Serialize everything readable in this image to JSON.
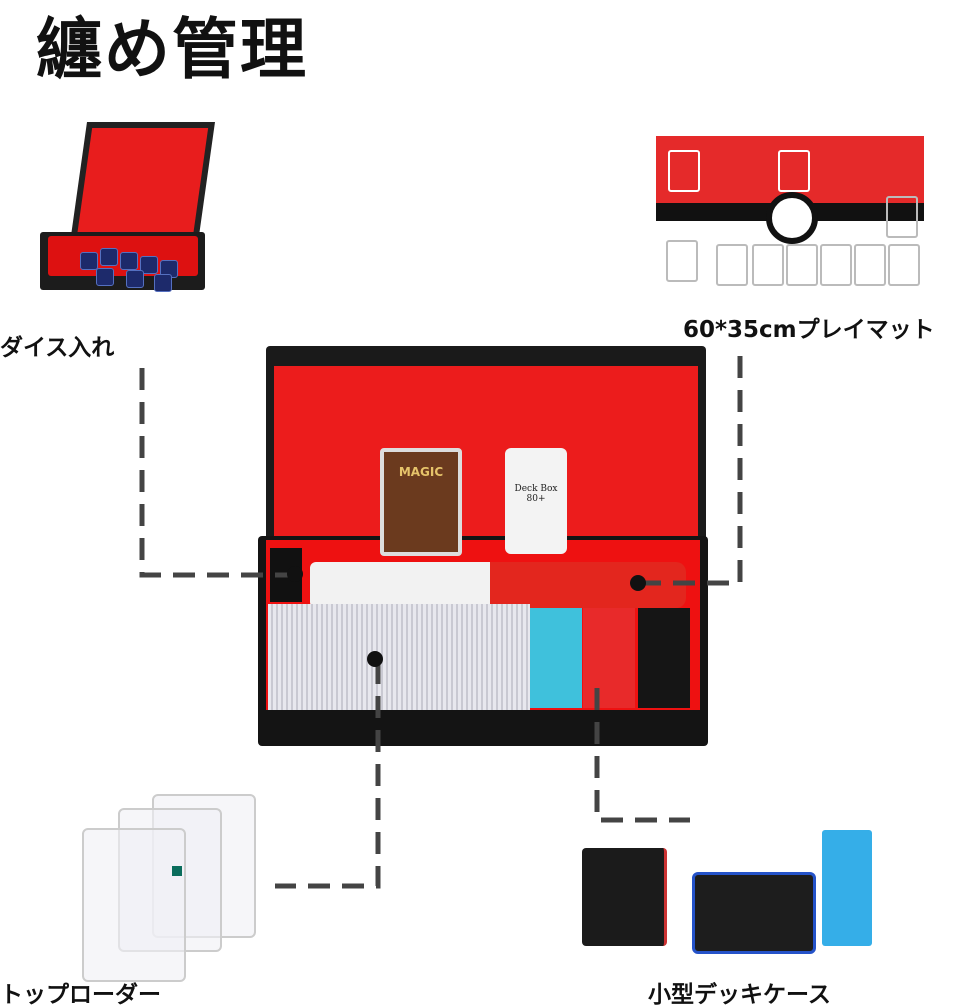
{
  "title": "纏め管理",
  "labels": {
    "dice": "ダイス入れ",
    "playmat": "60*35cmプレイマット",
    "toploader": "トップローダー",
    "deck_case": "小型デッキケース"
  },
  "product": {
    "card_text": "MAGIC",
    "deck_box_text": "Deck Box 80+"
  },
  "colors": {
    "interior_red": "#ec1c1c",
    "box_black": "#1a1a1a",
    "line": "#444444"
  }
}
